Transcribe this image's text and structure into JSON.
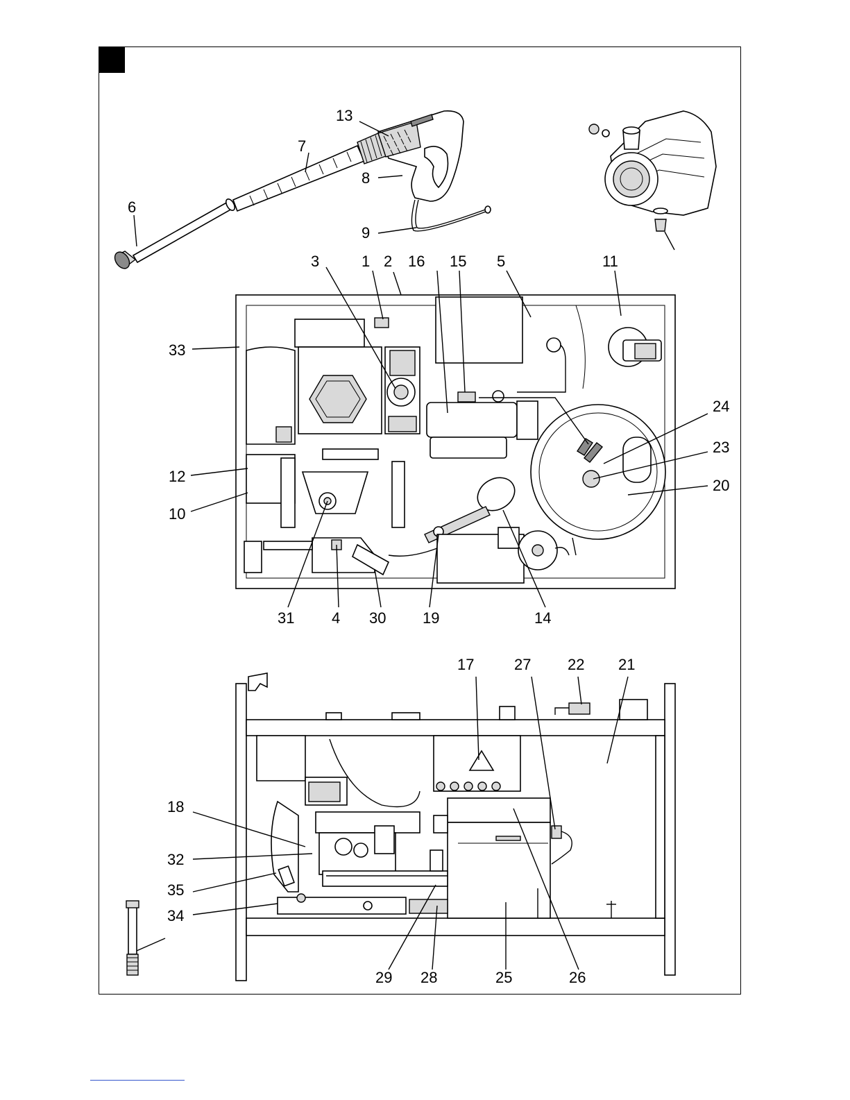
{
  "figure": {
    "number": ""
  },
  "labels": {
    "l1": "1",
    "l2": "2",
    "l3": "3",
    "l4": "4",
    "l5": "5",
    "l6": "6",
    "l7": "7",
    "l8": "8",
    "l9": "9",
    "l10": "10",
    "l11": "11",
    "l12": "12",
    "l13": "13",
    "l14": "14",
    "l15": "15",
    "l16": "16",
    "l17": "17",
    "l18": "18",
    "l19": "19",
    "l20": "20",
    "l21": "21",
    "l22": "22",
    "l23": "23",
    "l24": "24",
    "l25": "25",
    "l26": "26",
    "l27": "27",
    "l28": "28",
    "l29": "29",
    "l30": "30",
    "l31": "31",
    "l32": "32",
    "l33": "33",
    "l34": "34",
    "l35": "35"
  },
  "colors": {
    "line": "#000000",
    "fill_light": "#d9d9d9",
    "fill_dark": "#8a8a8a",
    "footer_rule": "#3355cc"
  }
}
